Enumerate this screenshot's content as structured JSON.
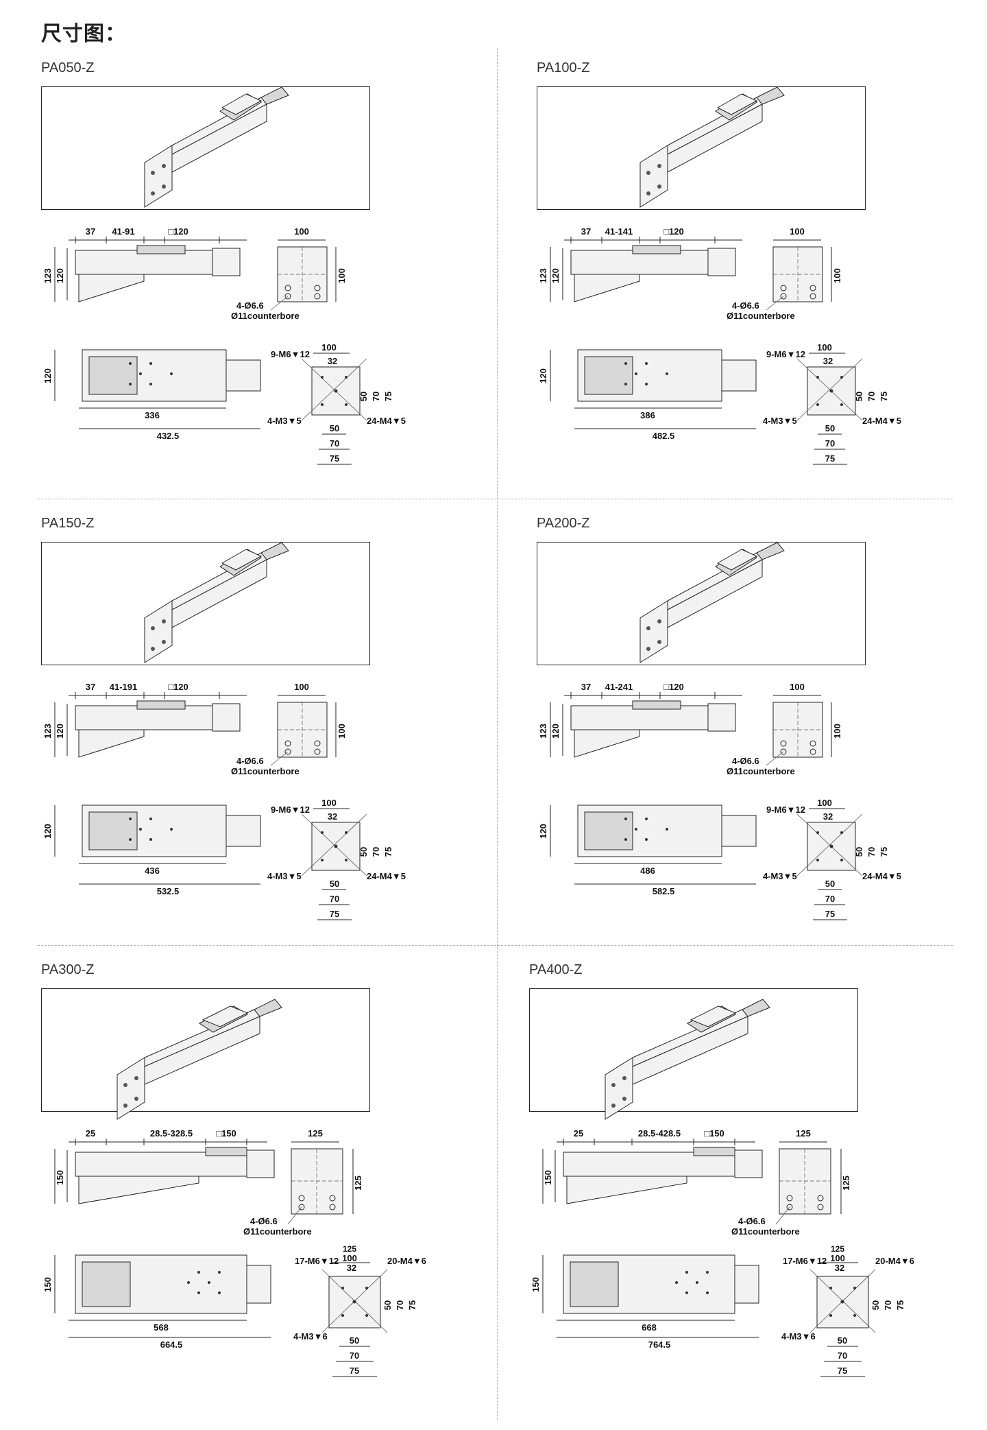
{
  "page": {
    "title": "尺寸图："
  },
  "models": [
    {
      "name": "PA050-Z",
      "travel": "41-91",
      "offset": "37",
      "square": "□120",
      "height_total": "123",
      "height": "120",
      "top_width": "100",
      "top_height": "100",
      "counterbore_holes": "4-Ø6.6",
      "counterbore": "Ø11counterbore",
      "plate_side": "100",
      "plate_inner": "32",
      "plate_50": "50",
      "plate_70": "70",
      "plate_75": "75",
      "plate_holes_a": "9-M6▼12",
      "plate_holes_b": "4-M3▼5",
      "plate_holes_c": "24-M4▼5",
      "plate_125": "",
      "width_plan": "120",
      "length_body": "336",
      "length_total": "432.5"
    },
    {
      "name": "PA100-Z",
      "travel": "41-141",
      "offset": "37",
      "square": "□120",
      "height_total": "123",
      "height": "120",
      "top_width": "100",
      "top_height": "100",
      "counterbore_holes": "4-Ø6.6",
      "counterbore": "Ø11counterbore",
      "plate_side": "100",
      "plate_inner": "32",
      "plate_50": "50",
      "plate_70": "70",
      "plate_75": "75",
      "plate_holes_a": "9-M6▼12",
      "plate_holes_b": "4-M3▼5",
      "plate_holes_c": "24-M4▼5",
      "plate_125": "",
      "width_plan": "120",
      "length_body": "386",
      "length_total": "482.5"
    },
    {
      "name": "PA150-Z",
      "travel": "41-191",
      "offset": "37",
      "square": "□120",
      "height_total": "123",
      "height": "120",
      "top_width": "100",
      "top_height": "100",
      "counterbore_holes": "4-Ø6.6",
      "counterbore": "Ø11counterbore",
      "plate_side": "100",
      "plate_inner": "32",
      "plate_50": "50",
      "plate_70": "70",
      "plate_75": "75",
      "plate_holes_a": "9-M6▼12",
      "plate_holes_b": "4-M3▼5",
      "plate_holes_c": "24-M4▼5",
      "plate_125": "",
      "width_plan": "120",
      "length_body": "436",
      "length_total": "532.5"
    },
    {
      "name": "PA200-Z",
      "travel": "41-241",
      "offset": "37",
      "square": "□120",
      "height_total": "123",
      "height": "120",
      "top_width": "100",
      "top_height": "100",
      "counterbore_holes": "4-Ø6.6",
      "counterbore": "Ø11counterbore",
      "plate_side": "100",
      "plate_inner": "32",
      "plate_50": "50",
      "plate_70": "70",
      "plate_75": "75",
      "plate_holes_a": "9-M6▼12",
      "plate_holes_b": "4-M3▼5",
      "plate_holes_c": "24-M4▼5",
      "plate_125": "",
      "width_plan": "120",
      "length_body": "486",
      "length_total": "582.5"
    },
    {
      "name": "PA300-Z",
      "travel": "28.5-328.5",
      "offset": "25",
      "square": "□150",
      "height_total": "",
      "height": "150",
      "top_width": "125",
      "top_height": "125",
      "counterbore_holes": "4-Ø6.6",
      "counterbore": "Ø11counterbore",
      "plate_side": "100",
      "plate_inner": "32",
      "plate_50": "50",
      "plate_70": "70",
      "plate_75": "75",
      "plate_holes_a": "17-M6▼12",
      "plate_holes_b": "4-M3▼6",
      "plate_holes_c": "20-M4▼6",
      "plate_125": "125",
      "width_plan": "150",
      "length_body": "568",
      "length_total": "664.5"
    },
    {
      "name": "PA400-Z",
      "travel": "28.5-428.5",
      "offset": "25",
      "square": "□150",
      "height_total": "",
      "height": "150",
      "top_width": "125",
      "top_height": "125",
      "counterbore_holes": "4-Ø6.6",
      "counterbore": "Ø11counterbore",
      "plate_side": "100",
      "plate_inner": "32",
      "plate_50": "50",
      "plate_70": "70",
      "plate_75": "75",
      "plate_holes_a": "17-M6▼12",
      "plate_holes_b": "4-M3▼6",
      "plate_holes_c": "20-M4▼6",
      "plate_125": "125",
      "width_plan": "150",
      "length_body": "668",
      "length_total": "764.5"
    }
  ]
}
